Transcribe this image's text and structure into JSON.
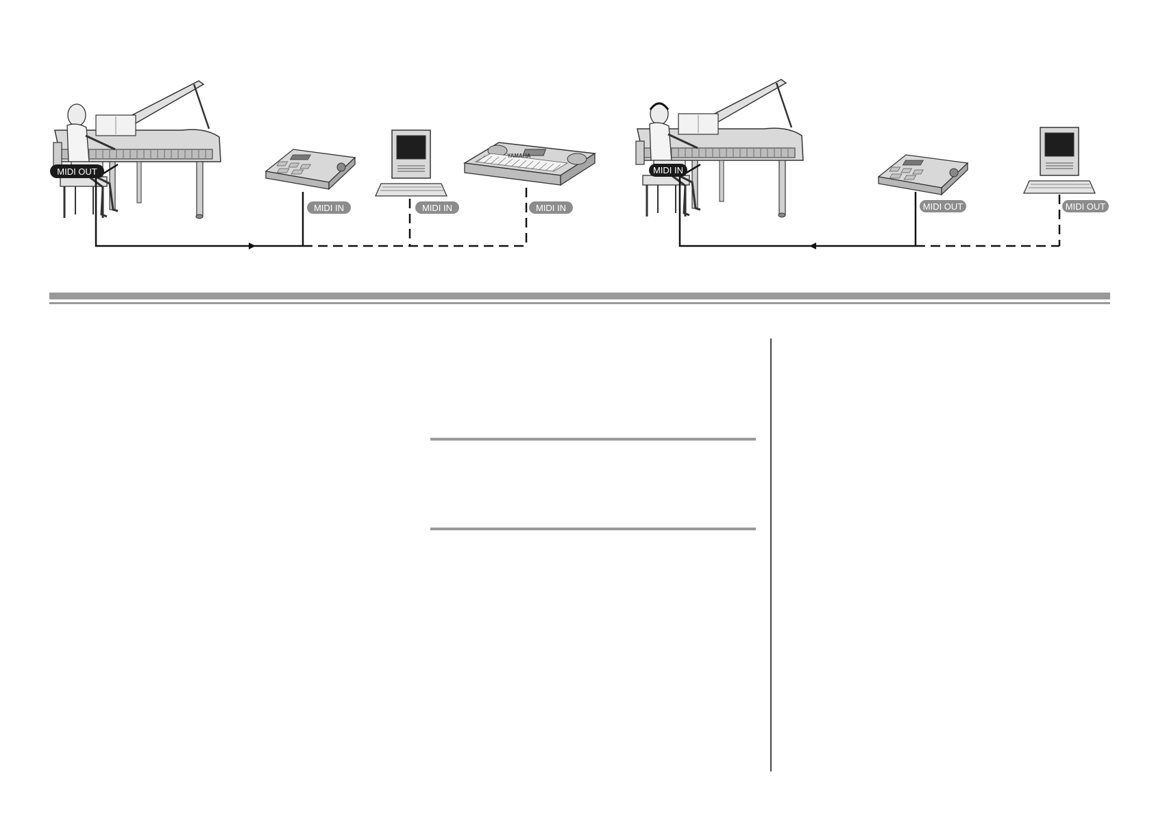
{
  "diagram_left": {
    "source_label": "MIDI OUT",
    "targets": [
      {
        "device": "sequencer",
        "label": "MIDI IN"
      },
      {
        "device": "computer",
        "label": "MIDI IN"
      },
      {
        "device": "keyboard",
        "label": "MIDI IN",
        "brand": "YAMAHA"
      }
    ]
  },
  "diagram_right": {
    "source_label": "MIDI IN",
    "targets": [
      {
        "device": "sequencer",
        "label": "MIDI OUT"
      },
      {
        "device": "computer",
        "label": "MIDI OUT"
      }
    ]
  },
  "colors": {
    "line": "#111111",
    "device_fill": "#d6d6d6",
    "device_dark": "#9a9a9a",
    "label_dark": "#1a1a1a",
    "label_grey": "#8c8c8c",
    "rule": "#999999"
  },
  "icons": [
    "grand-piano-icon",
    "pianist-icon",
    "sequencer-icon",
    "computer-icon",
    "keyboard-icon"
  ]
}
